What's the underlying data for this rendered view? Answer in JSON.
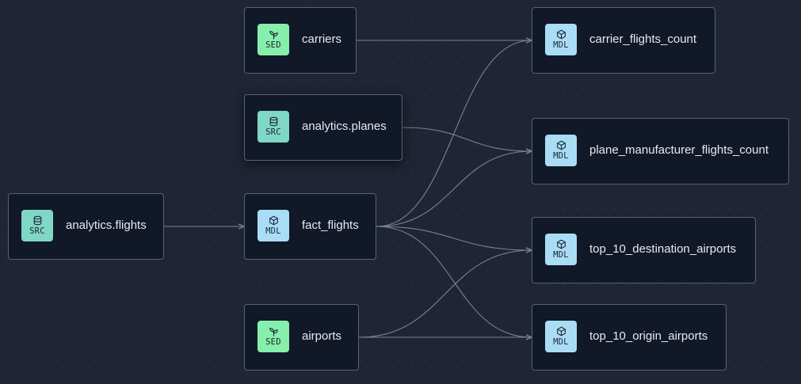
{
  "nodes": {
    "carriers": {
      "label": "carriers",
      "badge": "SED",
      "icon": "seedling-icon"
    },
    "analytics_planes": {
      "label": "analytics.planes",
      "badge": "SRC",
      "icon": "database-icon"
    },
    "analytics_flights": {
      "label": "analytics.flights",
      "badge": "SRC",
      "icon": "database-icon"
    },
    "fact_flights": {
      "label": "fact_flights",
      "badge": "MDL",
      "icon": "cube-icon"
    },
    "airports": {
      "label": "airports",
      "badge": "SED",
      "icon": "seedling-icon"
    },
    "carrier_flights_count": {
      "label": "carrier_flights_count",
      "badge": "MDL",
      "icon": "cube-icon"
    },
    "plane_manufacturer_flights_count": {
      "label": "plane_manufacturer_flights_count",
      "badge": "MDL",
      "icon": "cube-icon"
    },
    "top_10_destination_airports": {
      "label": "top_10_destination_airports",
      "badge": "MDL",
      "icon": "cube-icon"
    },
    "top_10_origin_airports": {
      "label": "top_10_origin_airports",
      "badge": "MDL",
      "icon": "cube-icon"
    }
  },
  "edges": [
    [
      "analytics_flights",
      "fact_flights"
    ],
    [
      "carriers",
      "carrier_flights_count"
    ],
    [
      "fact_flights",
      "carrier_flights_count"
    ],
    [
      "analytics_planes",
      "plane_manufacturer_flights_count"
    ],
    [
      "fact_flights",
      "plane_manufacturer_flights_count"
    ],
    [
      "fact_flights",
      "top_10_destination_airports"
    ],
    [
      "airports",
      "top_10_destination_airports"
    ],
    [
      "fact_flights",
      "top_10_origin_airports"
    ],
    [
      "airports",
      "top_10_origin_airports"
    ]
  ],
  "colors": {
    "background": "#1f2535",
    "node_fill": "#111827",
    "node_border": "#5a6273",
    "edge": "#7a8294",
    "sed_badge": "#86efac",
    "src_badge": "#7fd7c6",
    "mdl_badge": "#a9ddf6"
  }
}
